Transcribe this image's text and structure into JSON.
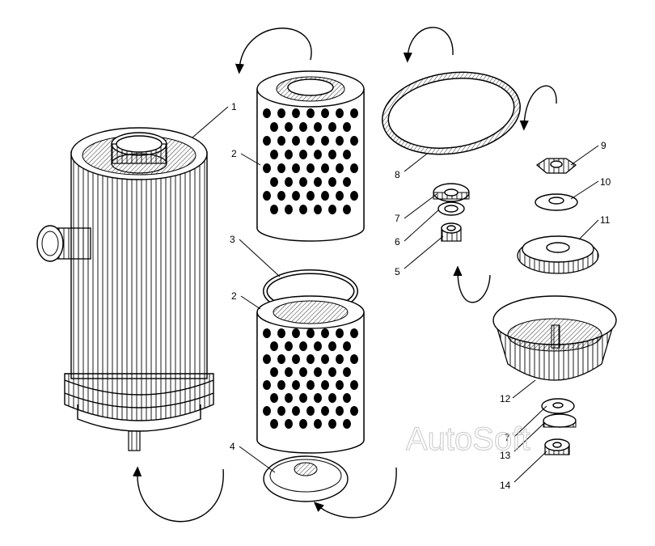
{
  "diagram": {
    "watermark": "AutoSoft",
    "callouts": {
      "c1": "1",
      "c2a": "2",
      "c2b": "2",
      "c3": "3",
      "c4": "4",
      "c5": "5",
      "c6": "6",
      "c7a": "7",
      "c7b": "7",
      "c8": "8",
      "c9": "9",
      "c10": "10",
      "c11": "11",
      "c12": "12",
      "c13": "13",
      "c14": "14"
    }
  }
}
